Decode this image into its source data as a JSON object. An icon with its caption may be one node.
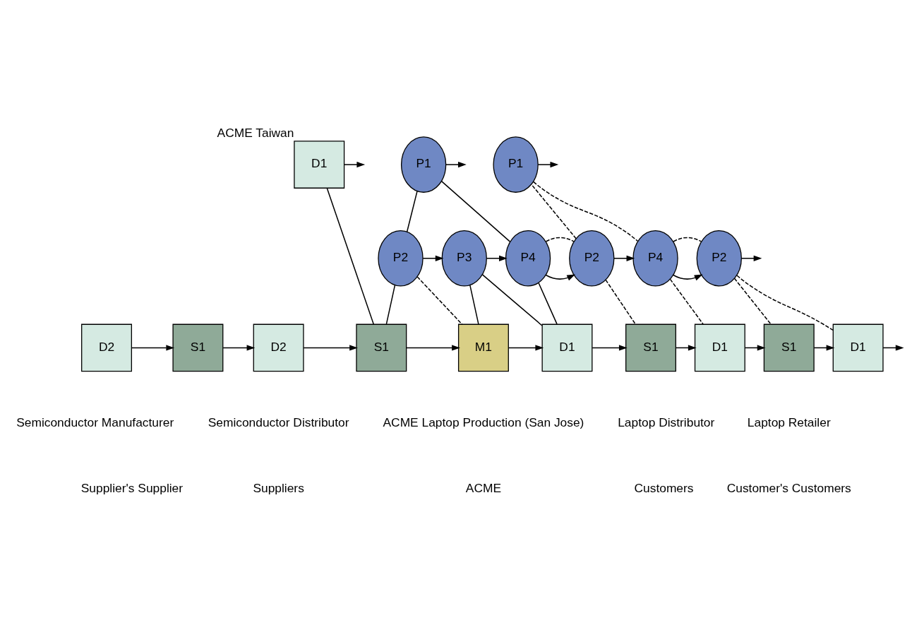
{
  "diagram": {
    "nodes": [
      {
        "text": [
          "P1"
        ]
      },
      {
        "text": [
          "P1"
        ]
      },
      {
        "text": [
          "D1"
        ],
        "beside": [
          "ACME Taiwan"
        ]
      },
      {
        "text": [
          "P2"
        ]
      },
      {
        "text": [
          "P3"
        ]
      },
      {
        "text": [
          "P4"
        ]
      },
      {
        "text": [
          "P2"
        ]
      },
      {
        "text": [
          "P4"
        ]
      },
      {
        "text": [
          "P2"
        ]
      },
      {
        "text": [
          "D2"
        ]
      },
      {
        "text": [
          "S1"
        ]
      },
      {
        "text": [
          "D2"
        ]
      },
      {
        "text": [
          "S1"
        ]
      },
      {
        "text": [
          "M1"
        ]
      },
      {
        "text": [
          "D1"
        ]
      },
      {
        "text": [
          "S1"
        ]
      },
      {
        "text": [
          "D1"
        ]
      },
      {
        "text": [
          "S1"
        ]
      },
      {
        "text": [
          "D1"
        ]
      }
    ],
    "edges": [
      {
        "from": 0,
        "to": null,
        "arrow": "to"
      },
      {
        "from": 1,
        "to": null,
        "arrow": "to"
      },
      {
        "from": 2,
        "to": null,
        "arrow": "to"
      },
      {
        "from": 3,
        "to": 4,
        "arrow": "to"
      },
      {
        "from": 4,
        "to": 5,
        "arrow": "to"
      },
      {
        "from": 5,
        "to": 6,
        "arrow": "to"
      },
      {
        "from": 6,
        "to": 7,
        "arrow": "to"
      },
      {
        "from": 7,
        "to": 8,
        "arrow": "to"
      },
      {
        "from": 8,
        "to": null,
        "arrow": "to"
      },
      {
        "from": 9,
        "to": 10,
        "arrow": "to"
      },
      {
        "from": 10,
        "to": 11,
        "arrow": "to"
      },
      {
        "from": 11,
        "to": 12,
        "arrow": "to"
      },
      {
        "from": 12,
        "to": 13,
        "arrow": "to"
      },
      {
        "from": 13,
        "to": 14,
        "arrow": "to"
      },
      {
        "from": 14,
        "to": 15,
        "arrow": "to"
      },
      {
        "from": 15,
        "to": 16,
        "arrow": "to"
      },
      {
        "from": 16,
        "to": 17,
        "arrow": "to"
      },
      {
        "from": 17,
        "to": 18,
        "arrow": "to"
      },
      {
        "from": 18,
        "to": null,
        "arrow": "to"
      },
      {
        "from": 3,
        "to": 0,
        "arrow": "none"
      },
      {
        "from": 5,
        "to": 0,
        "arrow": "none"
      },
      {
        "from": 2,
        "to": 12,
        "arrow": "none"
      },
      {
        "from": 3,
        "to": 12,
        "arrow": "none"
      },
      {
        "from": 3,
        "to": 13,
        "arrow": "none",
        "style": "dashed"
      },
      {
        "from": 4,
        "to": 13,
        "arrow": "none"
      },
      {
        "from": 4,
        "to": 14,
        "arrow": "none"
      },
      {
        "from": 5,
        "to": 14,
        "arrow": "none"
      },
      {
        "from": 5,
        "to": 6,
        "arrow": "none",
        "style": "dashed"
      },
      {
        "from": 6,
        "to": 15,
        "arrow": "none",
        "style": "dashed"
      },
      {
        "from": 6,
        "to": 1,
        "arrow": "none",
        "style": "dashed"
      },
      {
        "from": 1,
        "to": 7,
        "arrow": "none",
        "style": "dashed"
      },
      {
        "from": 7,
        "to": 16,
        "arrow": "none",
        "style": "dashed"
      },
      {
        "from": 7,
        "to": 8,
        "arrow": "none",
        "style": "dashed"
      },
      {
        "from": 8,
        "to": 17,
        "arrow": "none",
        "style": "dashed"
      },
      {
        "from": 8,
        "to": 18,
        "arrow": "none",
        "style": "dashed"
      }
    ],
    "labels": [
      "Semiconductor Manufacturer",
      "Semiconductor Distributor",
      "ACME Laptop Production (San Jose)",
      "Laptop Distributor",
      "Laptop Retailer",
      "Supplier's Supplier",
      "Suppliers",
      "ACME",
      "Customers",
      "Customer's Customers"
    ]
  }
}
